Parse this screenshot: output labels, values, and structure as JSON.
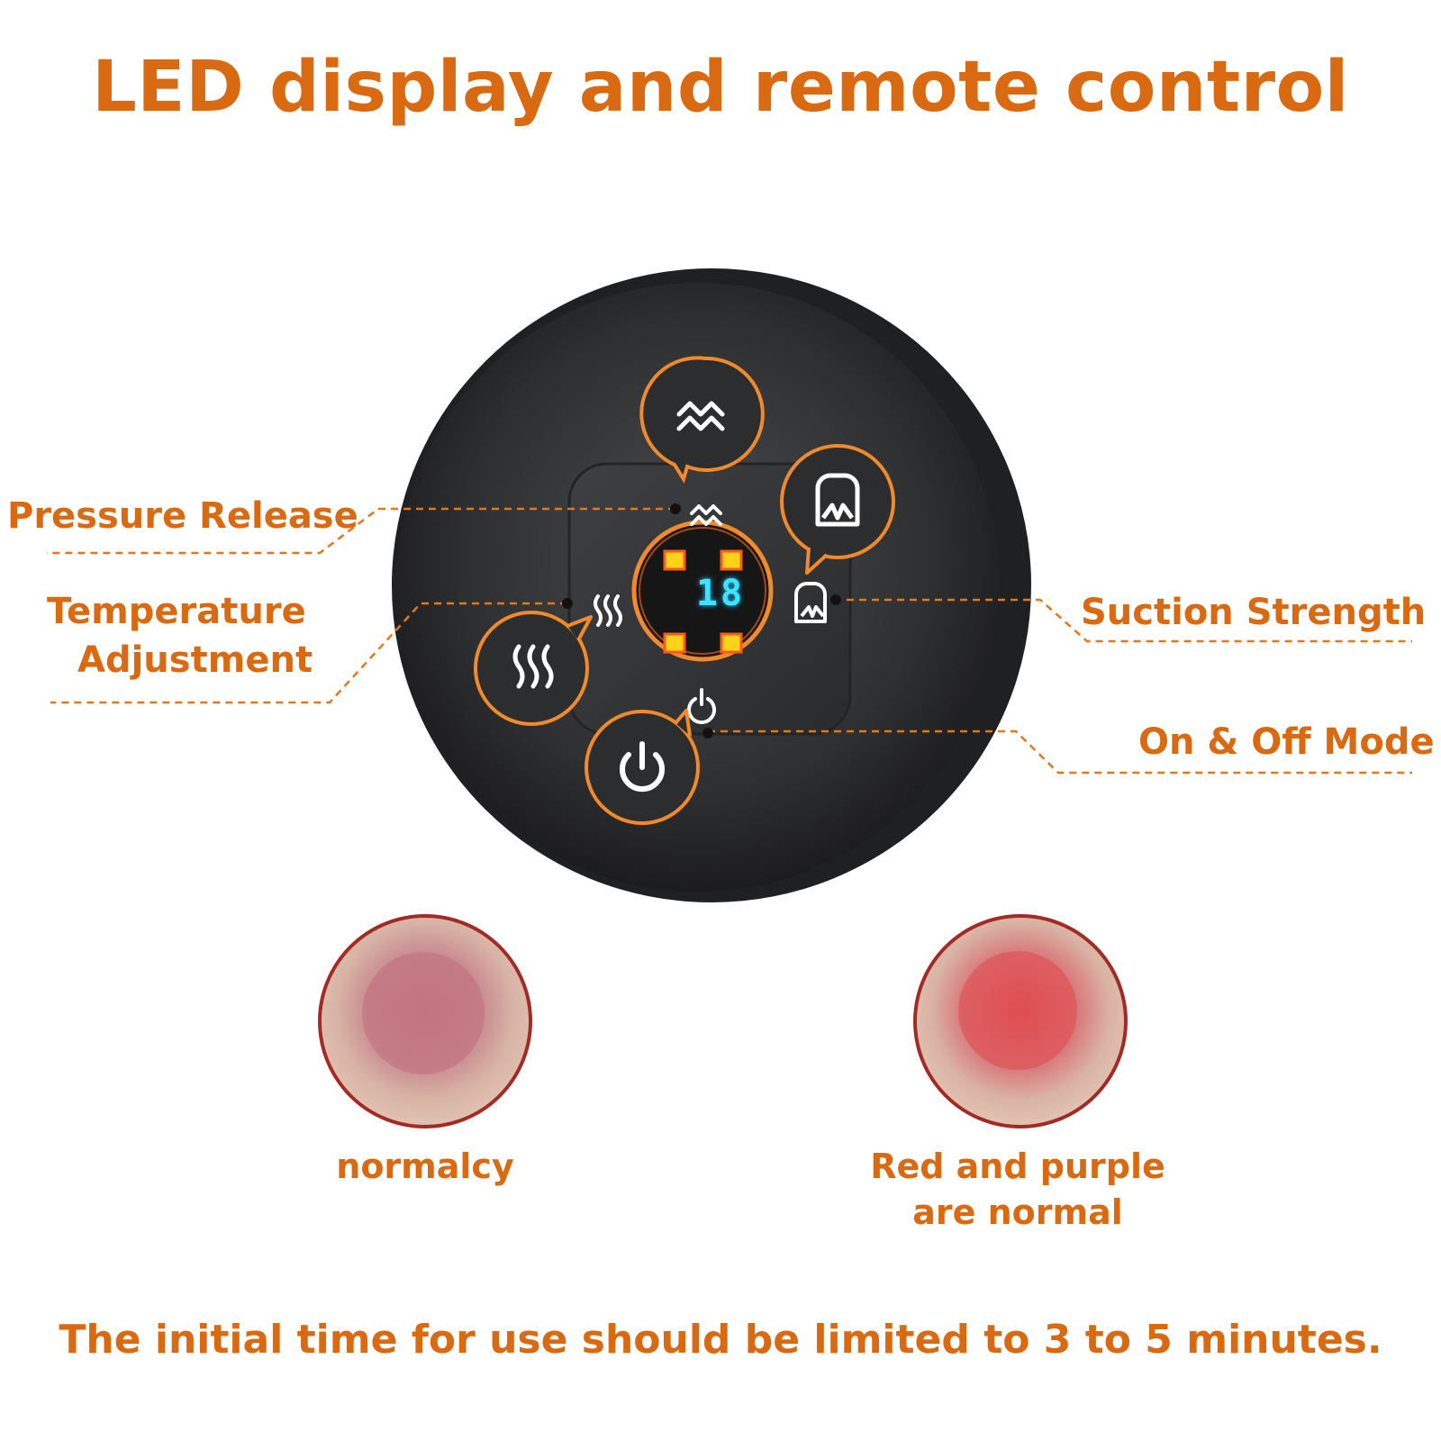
{
  "title": "LED display and remote control",
  "labels": {
    "pressure_release": "Pressure Release",
    "temperature_line1": "Temperature",
    "temperature_line2": "Adjustment",
    "suction_strength": "Suction Strength",
    "on_off_mode": "On & Off Mode"
  },
  "display": {
    "value": "18"
  },
  "skin_examples": [
    {
      "caption_line1": "normalcy",
      "caption_line2": ""
    },
    {
      "caption_line1": "Red and purple",
      "caption_line2": "are normal"
    }
  ],
  "footer": "The initial time for use should be limited to 3 to 5 minutes.",
  "icons": [
    "wave-icon",
    "suction-cup-icon",
    "heat-icon",
    "power-icon"
  ],
  "colors": {
    "accent": "#d96a12",
    "device": "#2f3032",
    "led": "#3ee3ff",
    "indicator": "#ffd21a"
  }
}
